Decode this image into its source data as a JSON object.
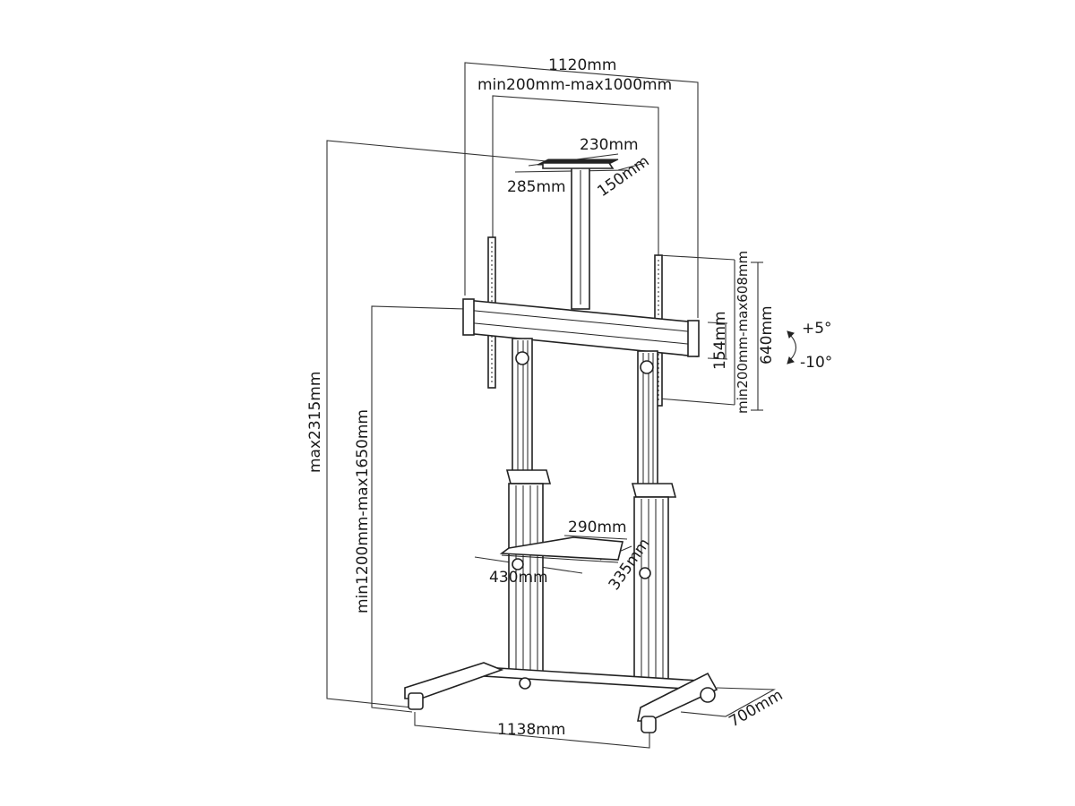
{
  "diagram": {
    "subject": "Mobile TV stand dimension drawing",
    "colors": {
      "line": "#222222",
      "background": "#ffffff"
    },
    "dimensions": {
      "overall_width": "1120mm",
      "vesa_range": "min200mm-max1000mm",
      "top_plate_width": "230mm",
      "top_plate_depth_front": "285mm",
      "top_plate_depth_side": "150mm",
      "max_height": "max2315mm",
      "center_height_range": "min1200mm-max1650mm",
      "vertical_vesa_range": "min200mm-max608mm",
      "bracket_height": "640mm",
      "crossbar_height": "154mm",
      "tilt_up": "+5°",
      "tilt_down": "-10°",
      "shelf_width": "290mm",
      "shelf_front": "430mm",
      "shelf_depth": "335mm",
      "base_width": "1138mm",
      "base_depth": "700mm"
    }
  }
}
